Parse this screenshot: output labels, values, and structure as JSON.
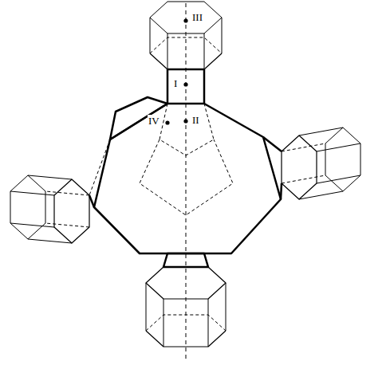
{
  "diagram": {
    "labels": [
      "III",
      "I",
      "II",
      "IV"
    ]
  }
}
